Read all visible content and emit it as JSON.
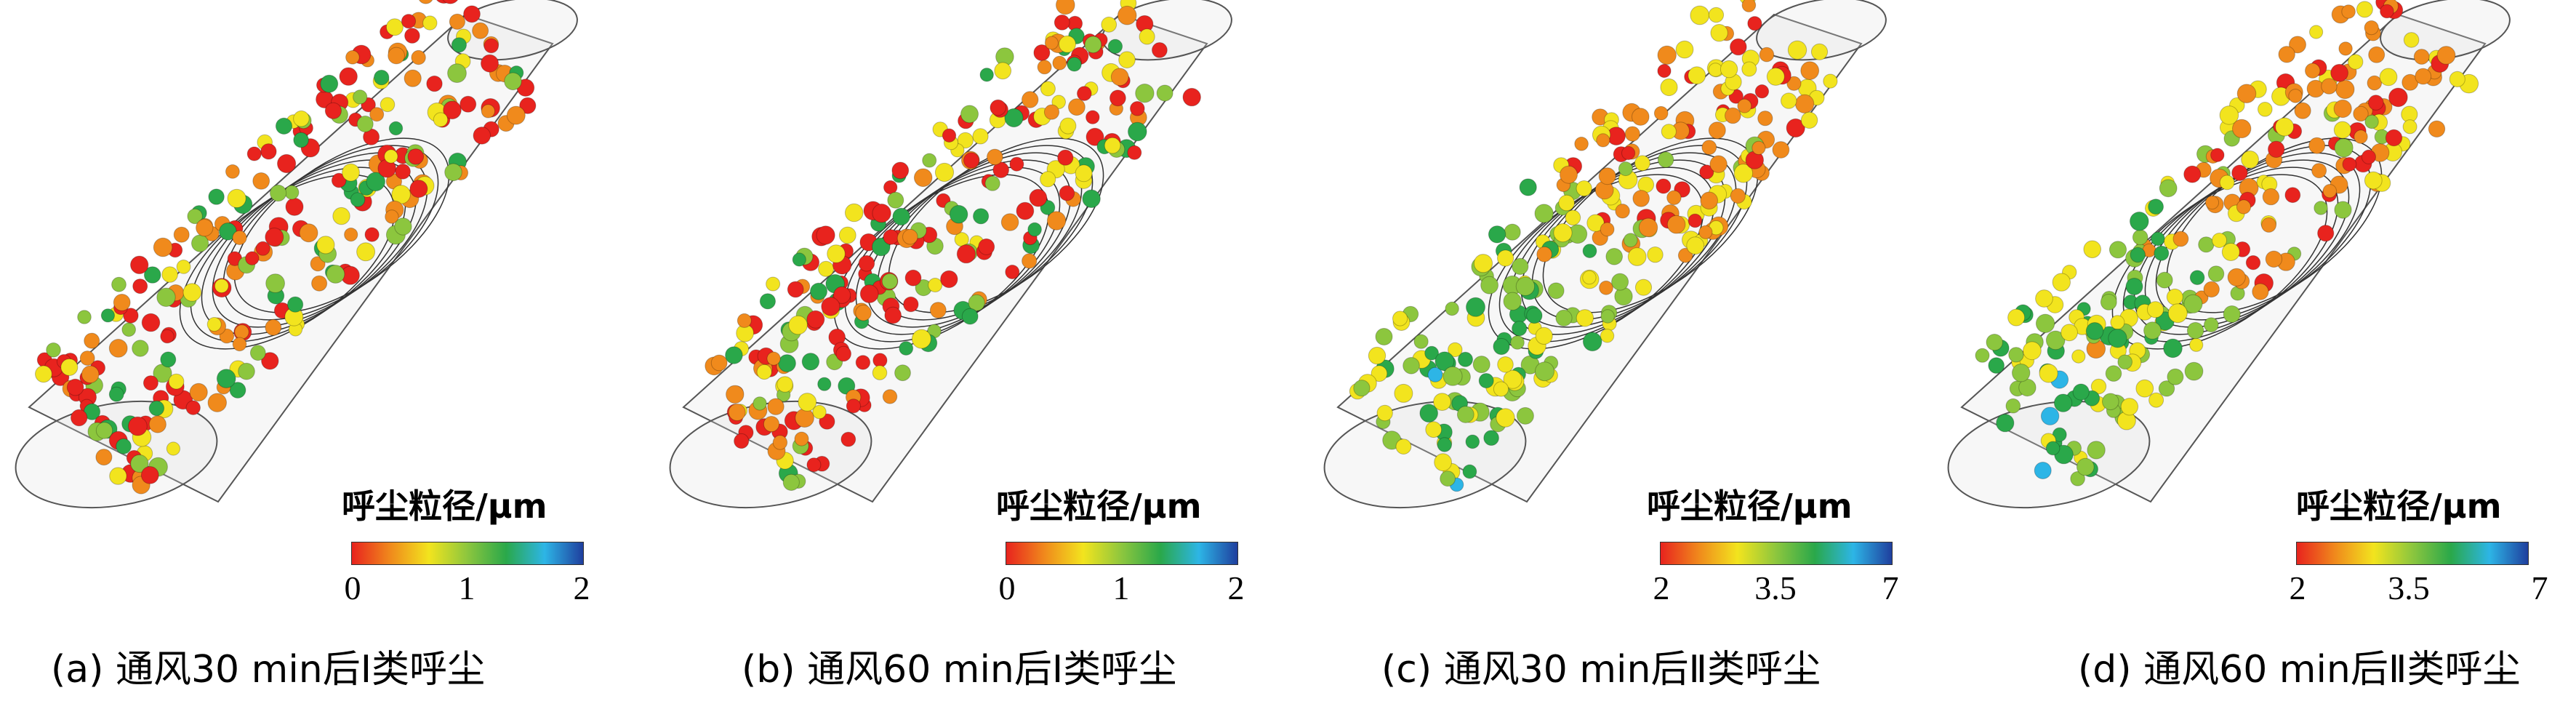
{
  "panels": [
    {
      "id": "a",
      "caption": "(a) 通风30 min后Ⅰ类呼尘",
      "legend_title": "呼尘粒径/μm",
      "ticks": [
        "0",
        "1",
        "2"
      ],
      "tick_values": [
        0,
        1,
        2
      ]
    },
    {
      "id": "b",
      "caption": "(b) 通风60 min后Ⅰ类呼尘",
      "legend_title": "呼尘粒径/μm",
      "ticks": [
        "0",
        "1",
        "2"
      ],
      "tick_values": [
        0,
        1,
        2
      ]
    },
    {
      "id": "c",
      "caption": "(c) 通风30 min后Ⅱ类呼尘",
      "legend_title": "呼尘粒径/μm",
      "ticks": [
        "2",
        "3.5",
        "7"
      ],
      "tick_values": [
        2,
        3.5,
        7
      ]
    },
    {
      "id": "d",
      "caption": "(d) 通风60 min后Ⅱ类呼尘",
      "legend_title": "呼尘粒径/μm",
      "ticks": [
        "2",
        "3.5",
        "7"
      ],
      "tick_values": [
        2,
        3.5,
        7
      ]
    }
  ],
  "colormap": [
    "#e8231e",
    "#f08a1c",
    "#f2e41e",
    "#8cc63e",
    "#2aa84a",
    "#2db5e6",
    "#1f3f9e"
  ]
}
